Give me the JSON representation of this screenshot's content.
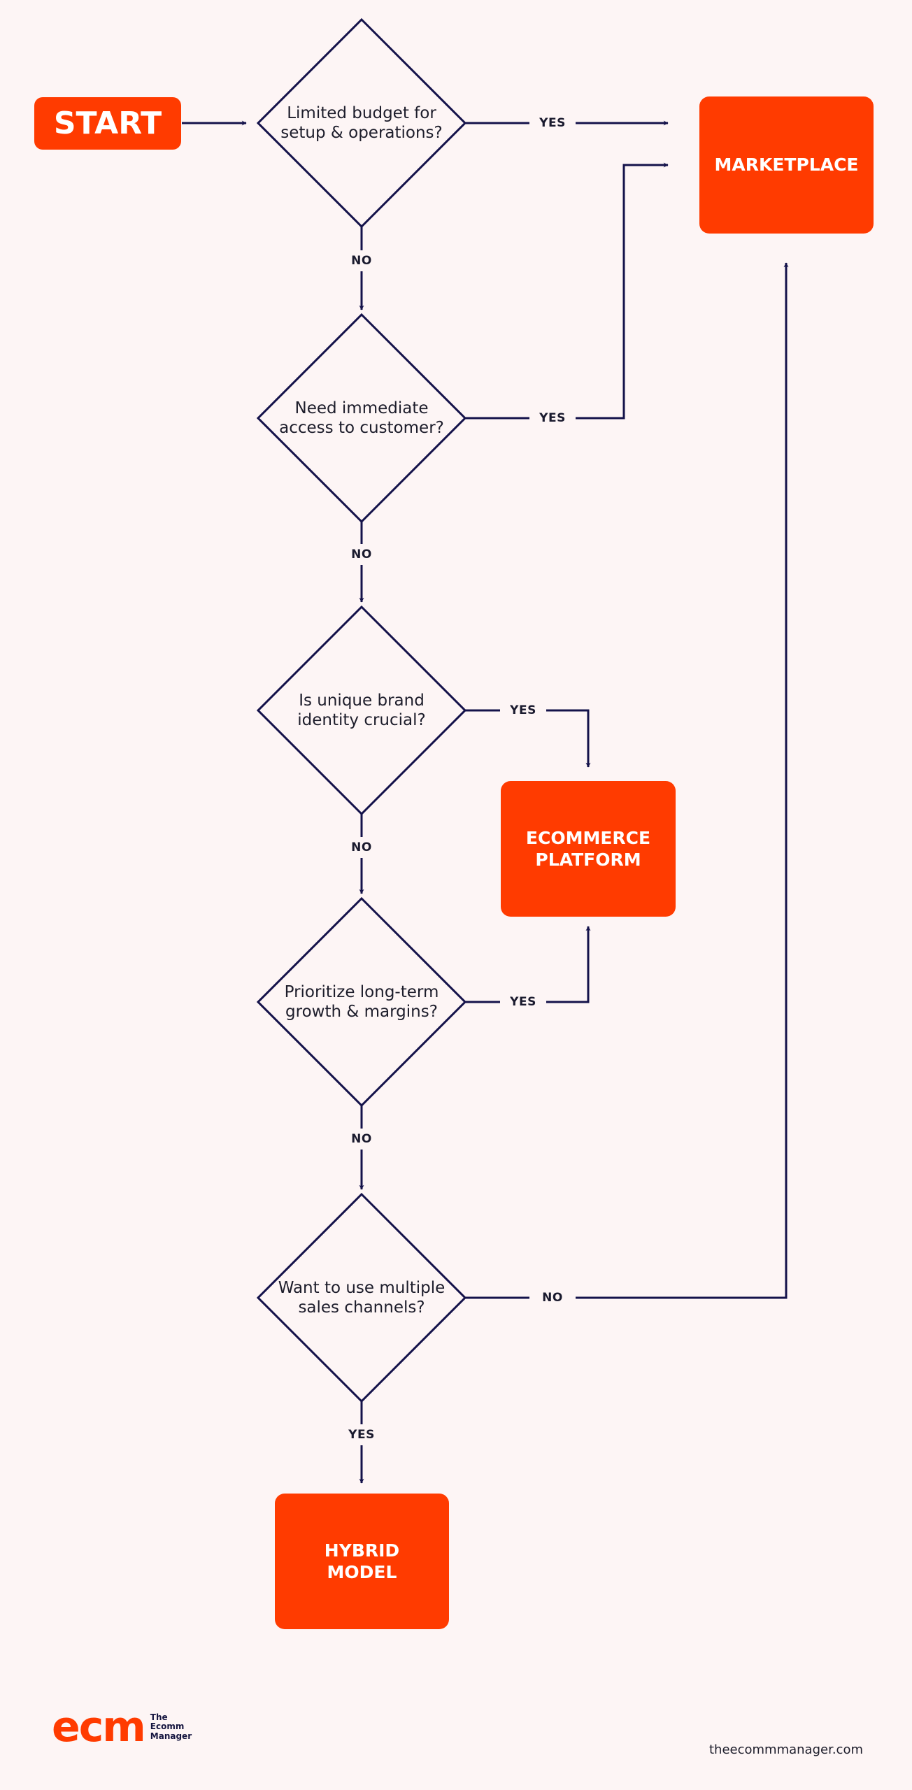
{
  "start": {
    "label": "START"
  },
  "questions": [
    {
      "id": "q1",
      "text": "Limited budget for\nsetup & operations?"
    },
    {
      "id": "q2",
      "text": "Need immediate\naccess to customer?"
    },
    {
      "id": "q3",
      "text": "Is unique brand\nidentity crucial?"
    },
    {
      "id": "q4",
      "text": "Prioritize long-term\ngrowth & margins?"
    },
    {
      "id": "q5",
      "text": "Want to use multiple\nsales channels?"
    }
  ],
  "outcomes": {
    "marketplace": "MARKETPLACE",
    "ecommerce": "ECOMMERCE\nPLATFORM",
    "hybrid": "HYBRID\nMODEL"
  },
  "edge_labels": {
    "q1_yes": "YES",
    "q1_no": "NO",
    "q2_yes": "YES",
    "q2_no": "NO",
    "q3_yes": "YES",
    "q3_no": "NO",
    "q4_yes": "YES",
    "q4_no": "NO",
    "q5_no": "NO",
    "q5_yes": "YES"
  },
  "edges": [
    {
      "from": "start",
      "to": "q1",
      "label": ""
    },
    {
      "from": "q1",
      "to": "marketplace",
      "label": "YES"
    },
    {
      "from": "q1",
      "to": "q2",
      "label": "NO"
    },
    {
      "from": "q2",
      "to": "marketplace",
      "label": "YES"
    },
    {
      "from": "q2",
      "to": "q3",
      "label": "NO"
    },
    {
      "from": "q3",
      "to": "ecommerce",
      "label": "YES"
    },
    {
      "from": "q3",
      "to": "q4",
      "label": "NO"
    },
    {
      "from": "q4",
      "to": "ecommerce",
      "label": "YES"
    },
    {
      "from": "q4",
      "to": "q5",
      "label": "NO"
    },
    {
      "from": "q5",
      "to": "marketplace",
      "label": "NO"
    },
    {
      "from": "q5",
      "to": "hybrid",
      "label": "YES"
    }
  ],
  "footer": {
    "logo_mark": "ecm",
    "logo_text": "The\nEcomm\nManager",
    "website": "theecommmanager.com"
  },
  "colors": {
    "accent": "#ff3b00",
    "line": "#14124a",
    "background": "#fdf5f5"
  }
}
